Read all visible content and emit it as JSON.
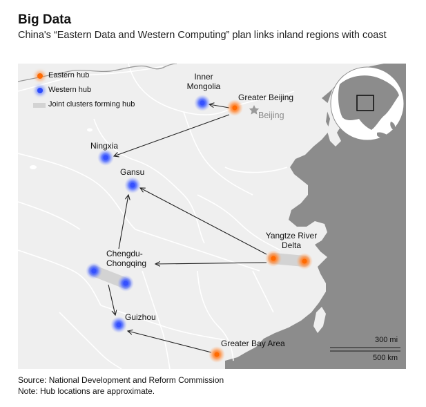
{
  "title": "Big Data",
  "subtitle": "China's “Eastern Data and Western Computing” plan links inland regions with coast",
  "legend": {
    "eastern": "Eastern hub",
    "western": "Western hub",
    "joint": "Joint clusters forming hub"
  },
  "colors": {
    "eastern": "#ff7a1f",
    "western": "#2b4bff",
    "land": "#efefef",
    "sea": "#8c8c8c",
    "border": "#ffffff",
    "arrow": "#222222"
  },
  "places": {
    "inner_mongolia": "Inner\nMongolia",
    "greater_beijing": "Greater Beijing",
    "beijing": "Beijing",
    "ningxia": "Ningxia",
    "gansu": "Gansu",
    "yangtze": "Yangtze River\nDelta",
    "chengdu": "Chengdu-\nChongqing",
    "guizhou": "Guizhou",
    "greater_bay": "Greater Bay Area"
  },
  "scale": {
    "mi": "300 mi",
    "km": "500 km"
  },
  "footer": {
    "source": "Source: National Development and Reform Commission",
    "note": "Note: Hub locations are approximate."
  }
}
